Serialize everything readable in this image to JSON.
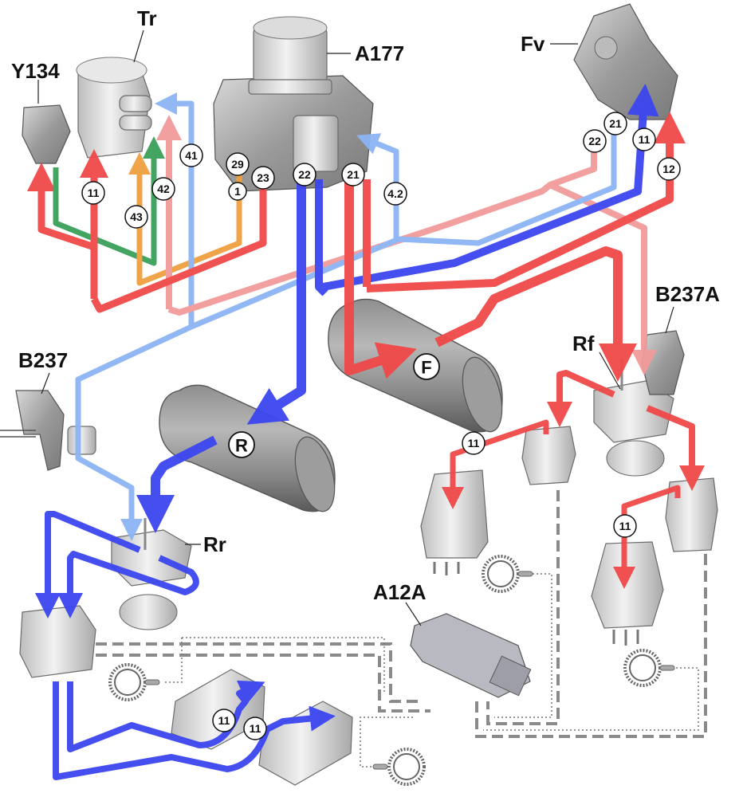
{
  "diagram": {
    "title": "Pneumatic brake system layout",
    "components": {
      "Tr": "Tr",
      "Y134": "Y134",
      "A177": "A177",
      "Fv": "Fv",
      "B237": "B237",
      "B237A": "B237A",
      "Rf": "Rf",
      "Rr": "Rr",
      "A12A": "A12A"
    },
    "tanks": {
      "rear": "R",
      "front": "F"
    },
    "ports": {
      "tr_11": "11",
      "tr_43": "43",
      "tr_42": "42",
      "tr_41": "41",
      "a177_29": "29",
      "a177_1": "1",
      "a177_23": "23",
      "a177_22": "22",
      "a177_21": "21",
      "a177_42": "4.2",
      "fv_22": "22",
      "fv_21": "21",
      "fv_11": "11",
      "fv_12": "12",
      "front_left_11": "11",
      "front_right_11": "11",
      "rear_left_11": "11",
      "rear_right_11": "11"
    },
    "colors": {
      "circuit_red": "#f04848",
      "circuit_light_red": "#f29a9a",
      "circuit_blue": "#3c46f0",
      "circuit_light_blue": "#8cb4f4",
      "circuit_green": "#3aa05a",
      "circuit_orange": "#f0a040",
      "electric_line": "#8a8a8a"
    }
  }
}
